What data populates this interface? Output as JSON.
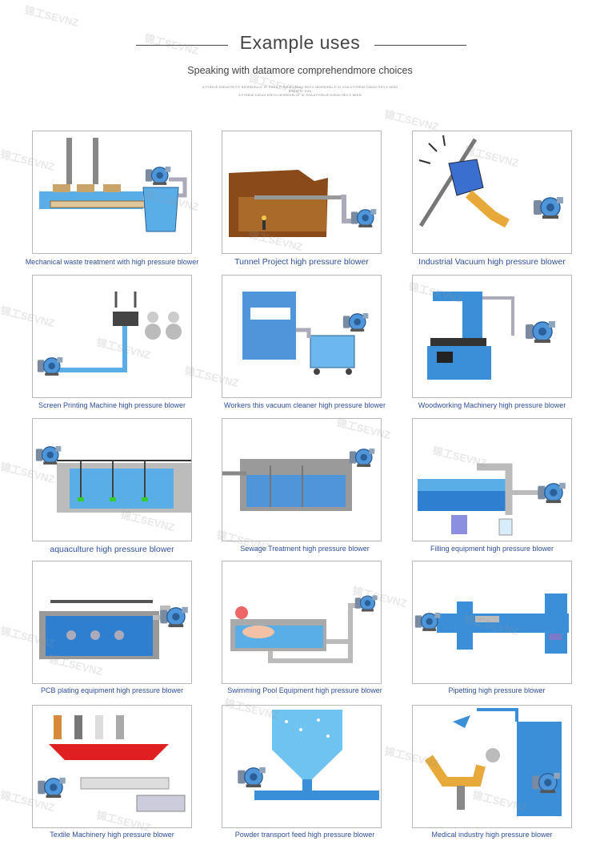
{
  "header": {
    "title": "Example uses",
    "subtitle": "Speaking  with datamore  comprehendmore choices",
    "fine_print": [
      "A PYREUE DSEAG REO E NEHREDRLLE' ID' EGA A PYREUE DSEAG REO E NEHREDRLLE' ID' EGA A PYREUE DSEAG REO E NEEN",
      "DRUJE ID' EGA",
      "A PYREUE DSEAG EREYU NEHREDRLLE' ID' EGA A PYREUE DSEAG REO E NEEM"
    ]
  },
  "watermark": "锦工SEVNZ",
  "colors": {
    "accent": "#3a8fd8",
    "water": "#5aaee8",
    "caption": "#2f4f9a",
    "border": "#b8b8b8"
  },
  "items": [
    {
      "caption": "Mechanical waste treatment with high pressure blower"
    },
    {
      "caption": "Tunnel Project high pressure blower"
    },
    {
      "caption": "Industrial Vacuum high pressure blower"
    },
    {
      "caption": "Screen Printing Machine  high pressure blower"
    },
    {
      "caption": "Workers this vacuum cleaner high pressure blower"
    },
    {
      "caption": "Woodworking Machinery high pressure blower"
    },
    {
      "caption": "aquaculture high pressure blower"
    },
    {
      "caption": "Sewage Treatment high pressure blower"
    },
    {
      "caption": "Filling equipment  high pressure blower"
    },
    {
      "caption": "PCB plating equipment    high pressure blower"
    },
    {
      "caption": "Swimming Pool Equipment  high pressure blower"
    },
    {
      "caption": "Pipetting high pressure blower"
    },
    {
      "caption": "Textile Machinery  high pressure blower"
    },
    {
      "caption": "Powder transport feed  high pressure blower"
    },
    {
      "caption": "Medical industry  high pressure blower"
    }
  ]
}
